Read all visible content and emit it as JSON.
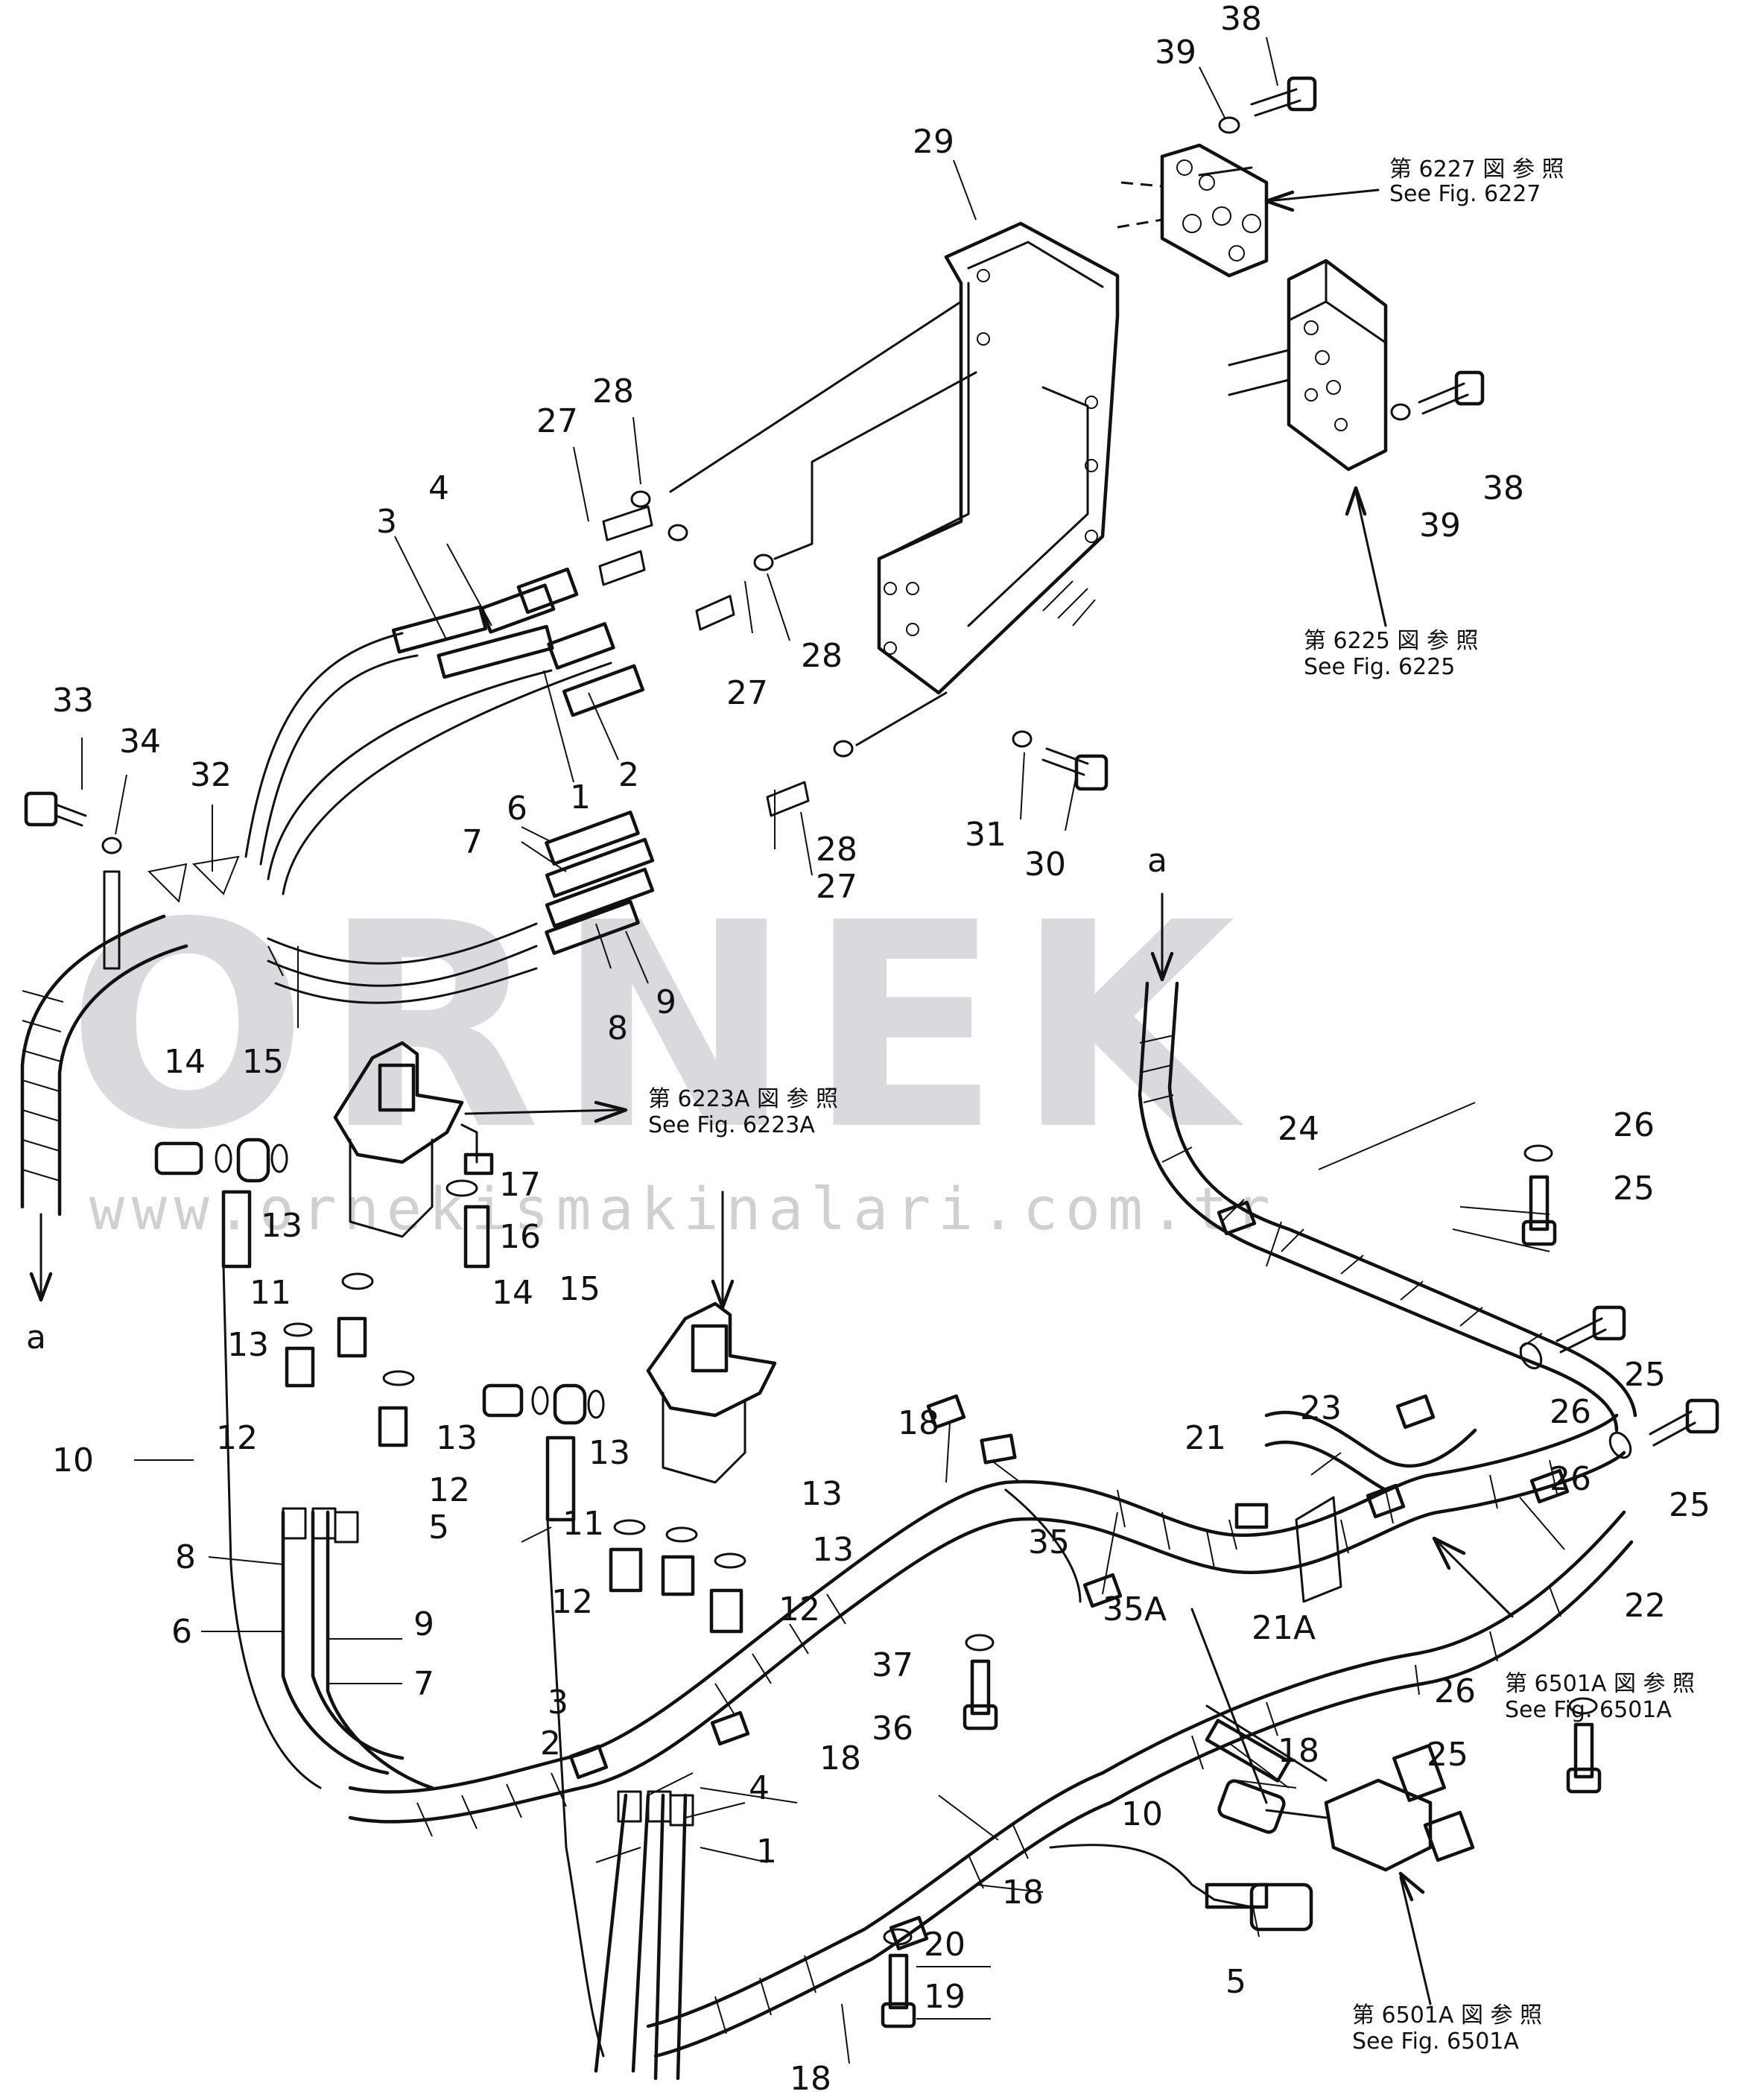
{
  "watermark": {
    "brand": "ORNEK",
    "url": "www.ornekismakinalari.com.tr"
  },
  "references": {
    "fig6227": {
      "jp": "第 6227 図 参 照",
      "en": "See Fig. 6227"
    },
    "fig6225": {
      "jp": "第 6225 図 参 照",
      "en": "See Fig. 6225"
    },
    "fig6223A": {
      "jp": "第 6223A 図 参 照",
      "en": "See Fig. 6223A"
    },
    "fig6501A_top": {
      "jp": "第 6501A 図 参 照",
      "en": "See Fig. 6501A"
    },
    "fig6501A_bottom": {
      "jp": "第 6501A 図 参 照",
      "en": "See Fig. 6501A"
    }
  },
  "connectors": {
    "a_left": "a",
    "a_right": "a"
  },
  "parts": {
    "p1": "1",
    "p2": "2",
    "p3": "3",
    "p4": "4",
    "p5": "5",
    "p6": "6",
    "p7": "7",
    "p8": "8",
    "p9": "9",
    "p10": "10",
    "p11": "11",
    "p12": "12",
    "p13": "13",
    "p14": "14",
    "p15": "15",
    "p16": "16",
    "p17": "17",
    "p18": "18",
    "p19": "19",
    "p20": "20",
    "p21": "21",
    "p21A": "21A",
    "p22": "22",
    "p23": "23",
    "p24": "24",
    "p25": "25",
    "p26": "26",
    "p27": "27",
    "p28": "28",
    "p29": "29",
    "p30": "30",
    "p31": "31",
    "p32": "32",
    "p33": "33",
    "p34": "34",
    "p35": "35",
    "p35A": "35A",
    "p36": "36",
    "p37": "37",
    "p38": "38",
    "p39": "39"
  }
}
